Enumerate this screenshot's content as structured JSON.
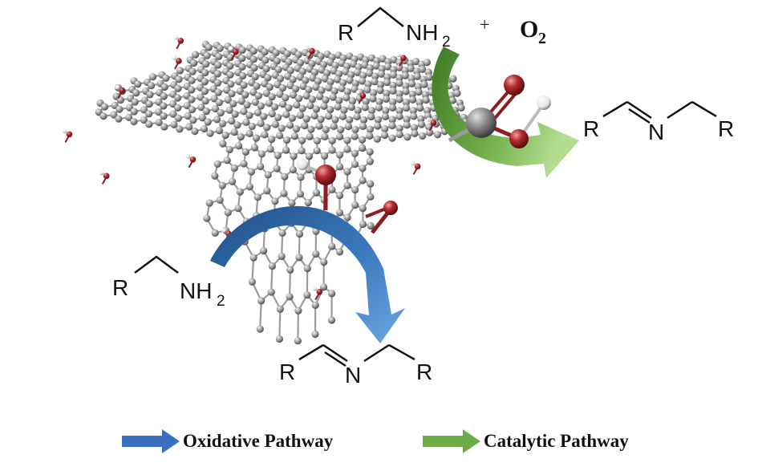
{
  "colors": {
    "carbon": "#8f8f8f",
    "oxygen": "#a4262a",
    "hydrogen": "#ffffff",
    "oxidative_arrow": "#3a79bd",
    "catalytic_arrow": "#6cab45"
  },
  "reactant_top": {
    "r": "R",
    "nh": "NH",
    "sub": "2",
    "plus": "+",
    "o2": "O",
    "o2_sub": "2"
  },
  "product_right": {
    "r1": "R",
    "n": "N",
    "r2": "R"
  },
  "reactant_left": {
    "r": "R",
    "nh": "NH",
    "sub": "2"
  },
  "product_bottom": {
    "r1": "R",
    "n": "N",
    "r2": "R"
  },
  "legend": {
    "oxidative": {
      "label": "Oxidative Pathway",
      "icon": "blue-arrow-icon"
    },
    "catalytic": {
      "label": "Catalytic Pathway",
      "icon": "green-arrow-icon"
    }
  }
}
